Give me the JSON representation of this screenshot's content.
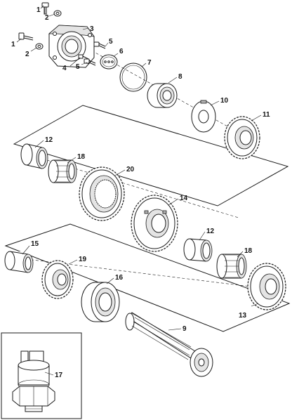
{
  "callouts": [
    {
      "id": "c1a",
      "text": "1"
    },
    {
      "id": "c2a",
      "text": "2"
    },
    {
      "id": "c3",
      "text": "3"
    },
    {
      "id": "c1b",
      "text": "1"
    },
    {
      "id": "c2b",
      "text": "2"
    },
    {
      "id": "c5a",
      "text": "5"
    },
    {
      "id": "c6",
      "text": "6"
    },
    {
      "id": "c4",
      "text": "4"
    },
    {
      "id": "c5b",
      "text": "5"
    },
    {
      "id": "c7",
      "text": "7"
    },
    {
      "id": "c8",
      "text": "8"
    },
    {
      "id": "c10",
      "text": "10"
    },
    {
      "id": "c11",
      "text": "11"
    },
    {
      "id": "c12a",
      "text": "12"
    },
    {
      "id": "c18a",
      "text": "18"
    },
    {
      "id": "c20",
      "text": "20"
    },
    {
      "id": "c14",
      "text": "14"
    },
    {
      "id": "c12b",
      "text": "12"
    },
    {
      "id": "c18b",
      "text": "18"
    },
    {
      "id": "c15",
      "text": "15"
    },
    {
      "id": "c19",
      "text": "19"
    },
    {
      "id": "c16",
      "text": "16"
    },
    {
      "id": "c13",
      "text": "13"
    },
    {
      "id": "c9",
      "text": "9"
    },
    {
      "id": "c17",
      "text": "17"
    }
  ]
}
